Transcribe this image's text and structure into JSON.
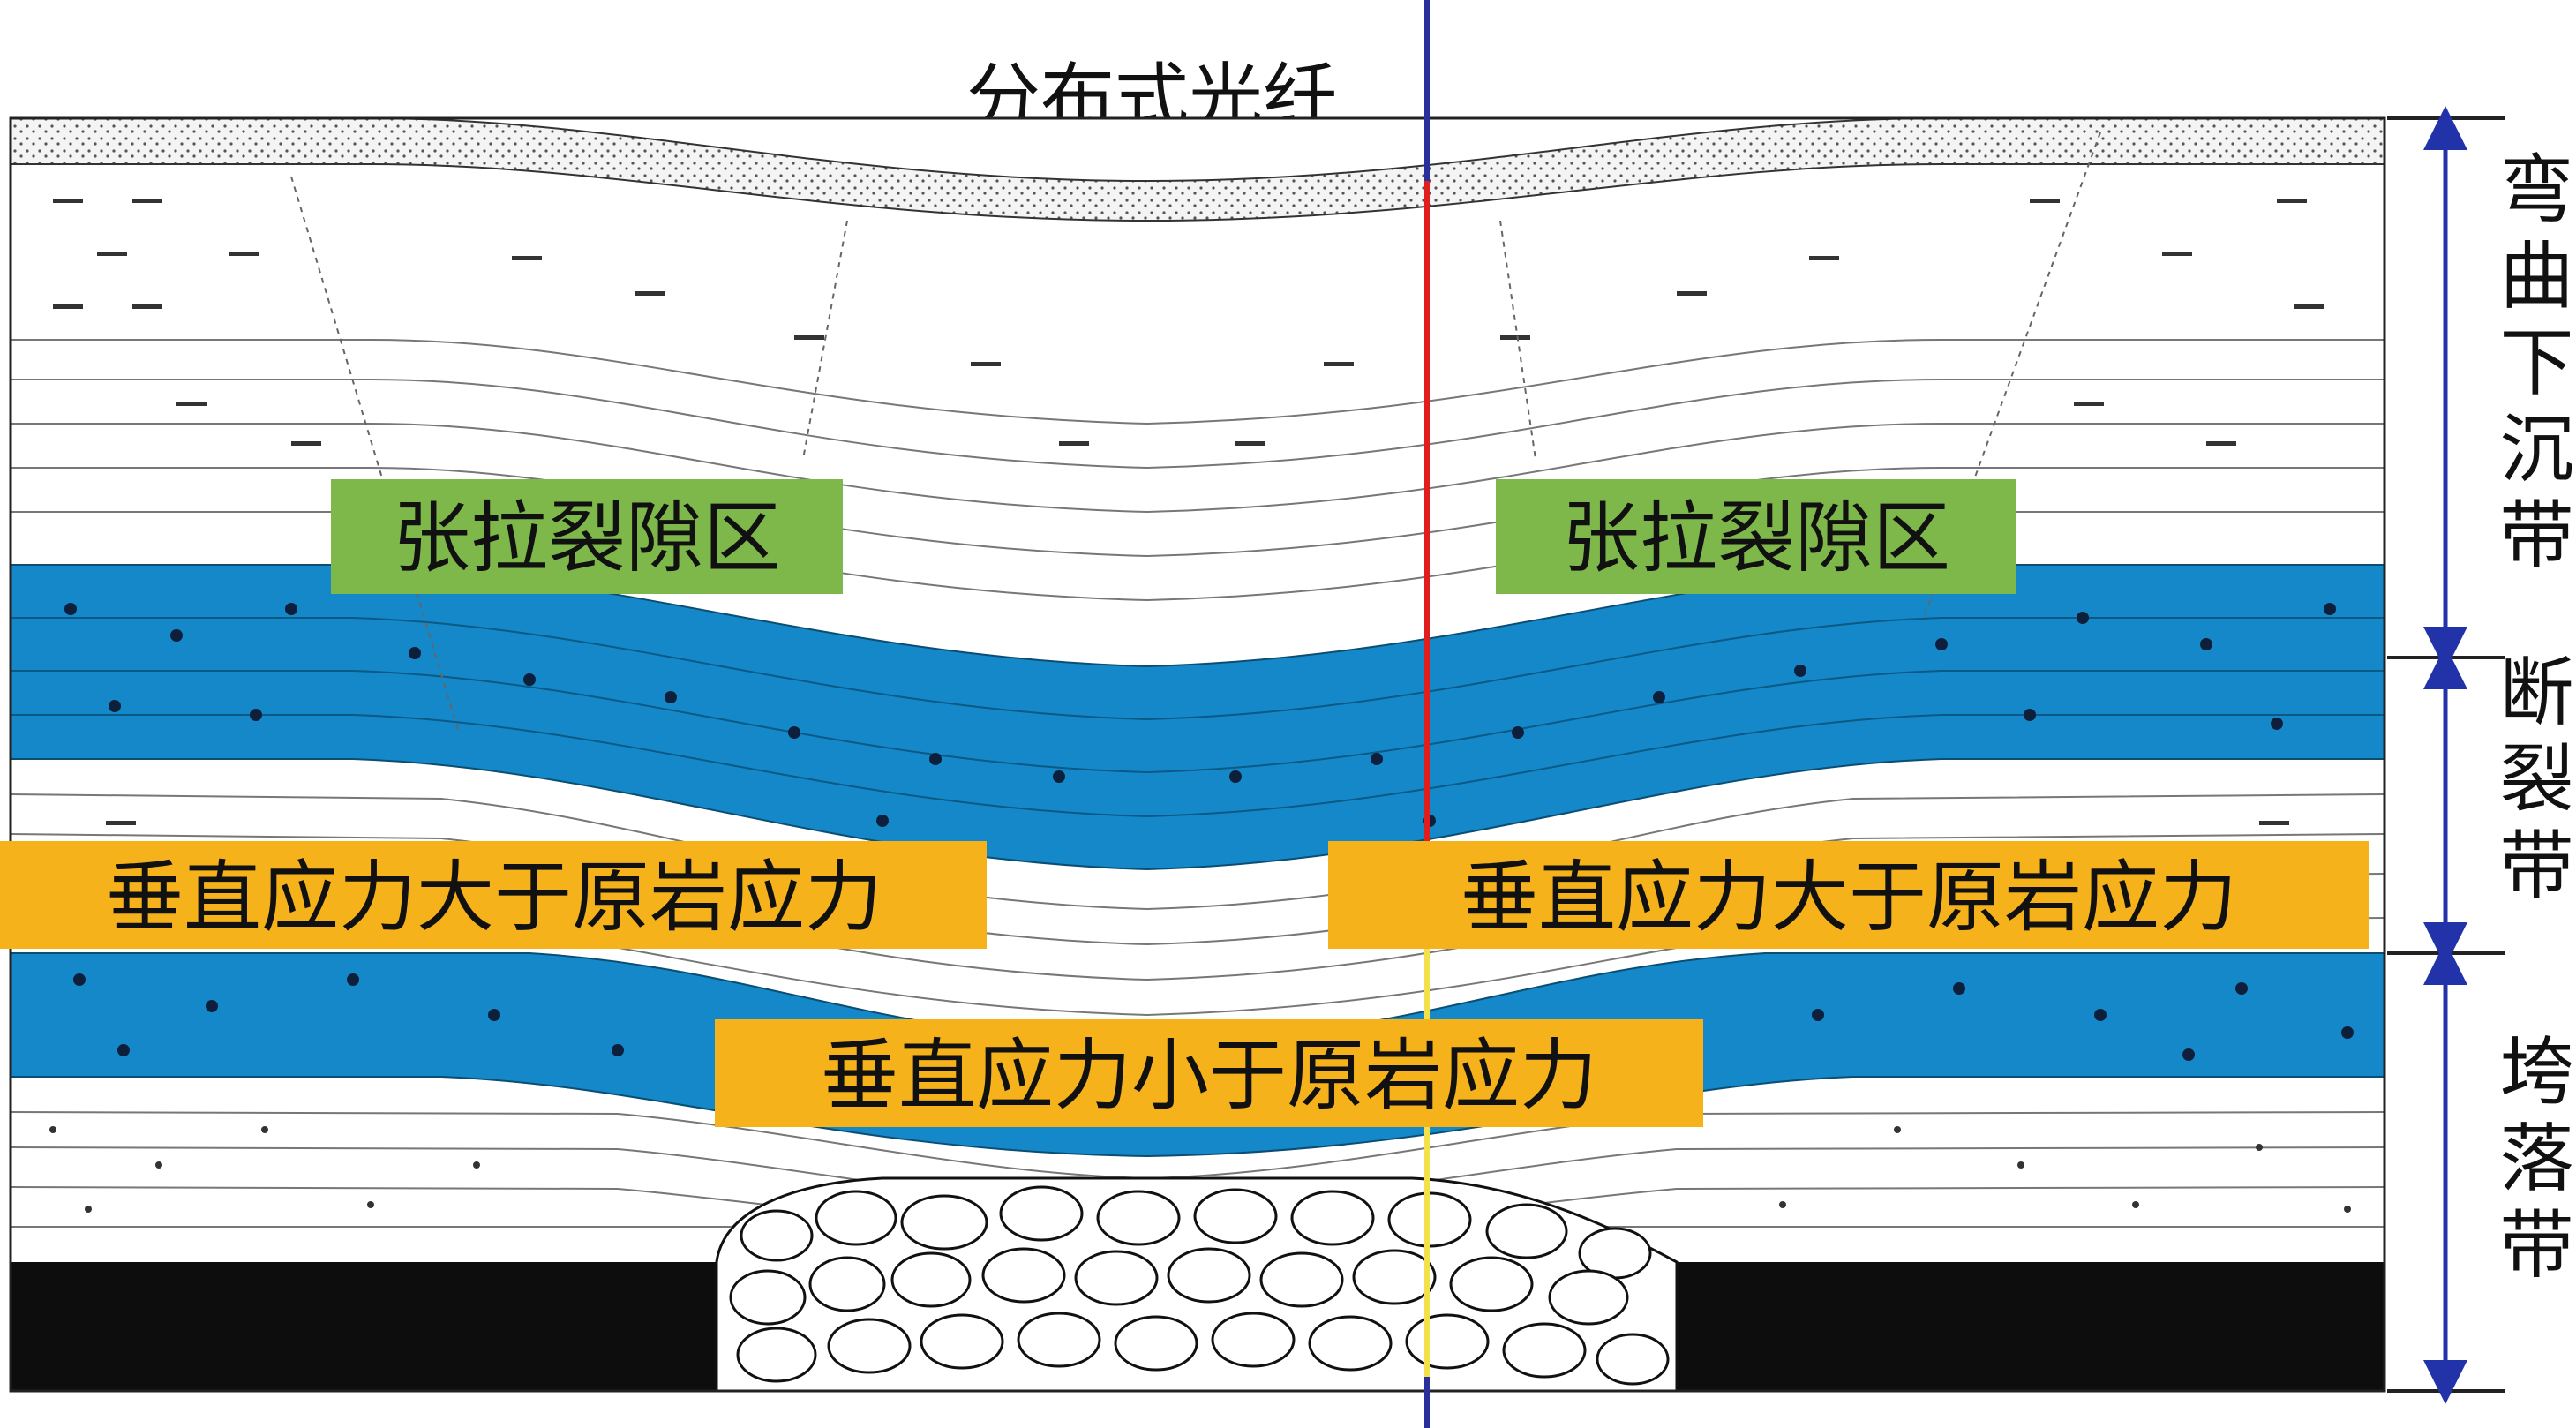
{
  "title": "分布式光纤",
  "annotations": {
    "tension_zone": "张拉裂隙区",
    "stress_greater": "垂直应力大于原岩应力",
    "stress_less": "垂直应力小于原岩应力"
  },
  "zones": {
    "bending": "弯曲下沉带",
    "fracture": "断裂带",
    "caving": "垮落带"
  },
  "colors": {
    "aquifer_blue": "#1488C8",
    "label_green": "#7FB84A",
    "label_orange": "#F5B21B",
    "fiber_blue": "#2A2F9E",
    "fiber_red": "#E11E1E",
    "fiber_yellow": "#F2E14A",
    "coal_black": "#0D0D0D",
    "arrow_blue": "#2233AA"
  }
}
